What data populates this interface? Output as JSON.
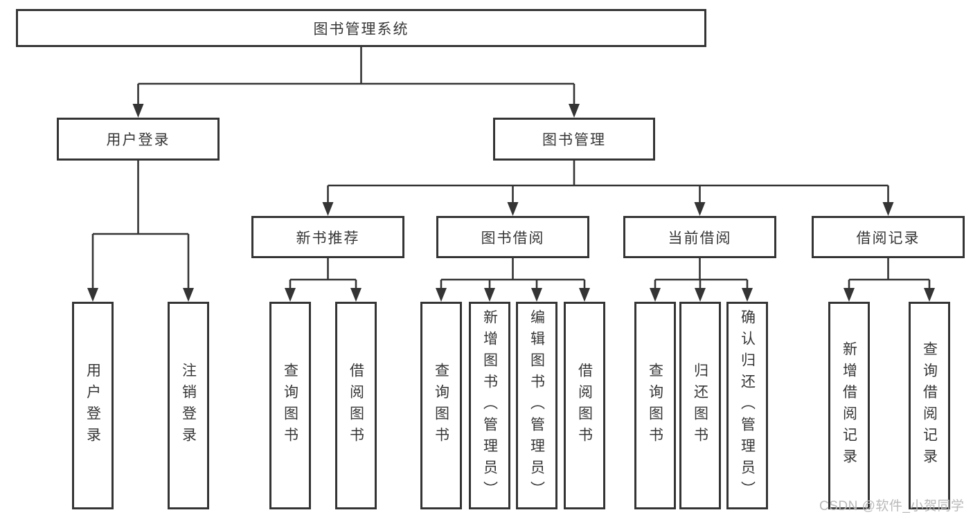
{
  "colors": {
    "line": "#343434",
    "box_border": "#343434",
    "text": "#363636",
    "background": "#ffffff",
    "watermark_text": "#b9b9b9"
  },
  "watermark": "CSDN @软件_小贺同学",
  "diagram": {
    "root": {
      "label": "图书管理系统"
    },
    "branches": [
      {
        "label": "用户登录",
        "children": [
          {
            "label": "用户登录"
          },
          {
            "label": "注销登录"
          }
        ]
      },
      {
        "label": "图书管理",
        "children": [
          {
            "label": "新书推荐",
            "children": [
              {
                "label": "查询图书"
              },
              {
                "label": "借阅图书"
              }
            ]
          },
          {
            "label": "图书借阅",
            "children": [
              {
                "label": "查询图书"
              },
              {
                "label": "新增图书（管理员）"
              },
              {
                "label": "编辑图书（管理员）"
              },
              {
                "label": "借阅图书"
              }
            ]
          },
          {
            "label": "当前借阅",
            "children": [
              {
                "label": "查询图书"
              },
              {
                "label": "归还图书"
              },
              {
                "label": "确认归还（管理员）"
              }
            ]
          },
          {
            "label": "借阅记录",
            "children": [
              {
                "label": "新增借阅记录"
              },
              {
                "label": "查询借阅记录"
              }
            ]
          }
        ]
      }
    ]
  }
}
